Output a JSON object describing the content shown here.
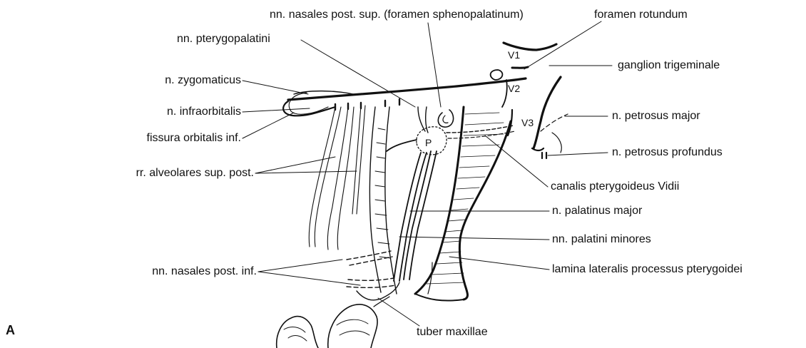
{
  "figure_letter": "A",
  "labels": {
    "nn_nasales_post_sup": "nn. nasales post. sup. (foramen sphenopalatinum)",
    "foramen_rotundum": "foramen rotundum",
    "nn_pterygopalatini": "nn. pterygopalatini",
    "ganglion_trigeminale": "ganglion trigeminale",
    "n_zygomaticus": "n. zygomaticus",
    "n_infraorbitalis": "n. infraorbitalis",
    "fissura_orbitalis_inf": "fissura orbitalis inf.",
    "n_petrosus_major": "n. petrosus major",
    "n_petrosus_profundus": "n. petrosus profundus",
    "rr_alveolares_sup_post": "rr. alveolares sup. post.",
    "canalis_pterygoideus_vidii": "canalis pterygoideus Vidii",
    "n_palatinus_major": "n. palatinus major",
    "nn_palatini_minores": "nn. palatini minores",
    "nn_nasales_post_inf": "nn. nasales post. inf.",
    "lamina_lateralis": "lamina lateralis processus pterygoidei",
    "tuber_maxillae": "tuber maxillae"
  },
  "inline_labels": {
    "v1": "V1",
    "v2": "V2",
    "v3": "V3",
    "ganglion_p": "P"
  },
  "colors": {
    "ink": "#111111",
    "background": "#ffffff"
  }
}
